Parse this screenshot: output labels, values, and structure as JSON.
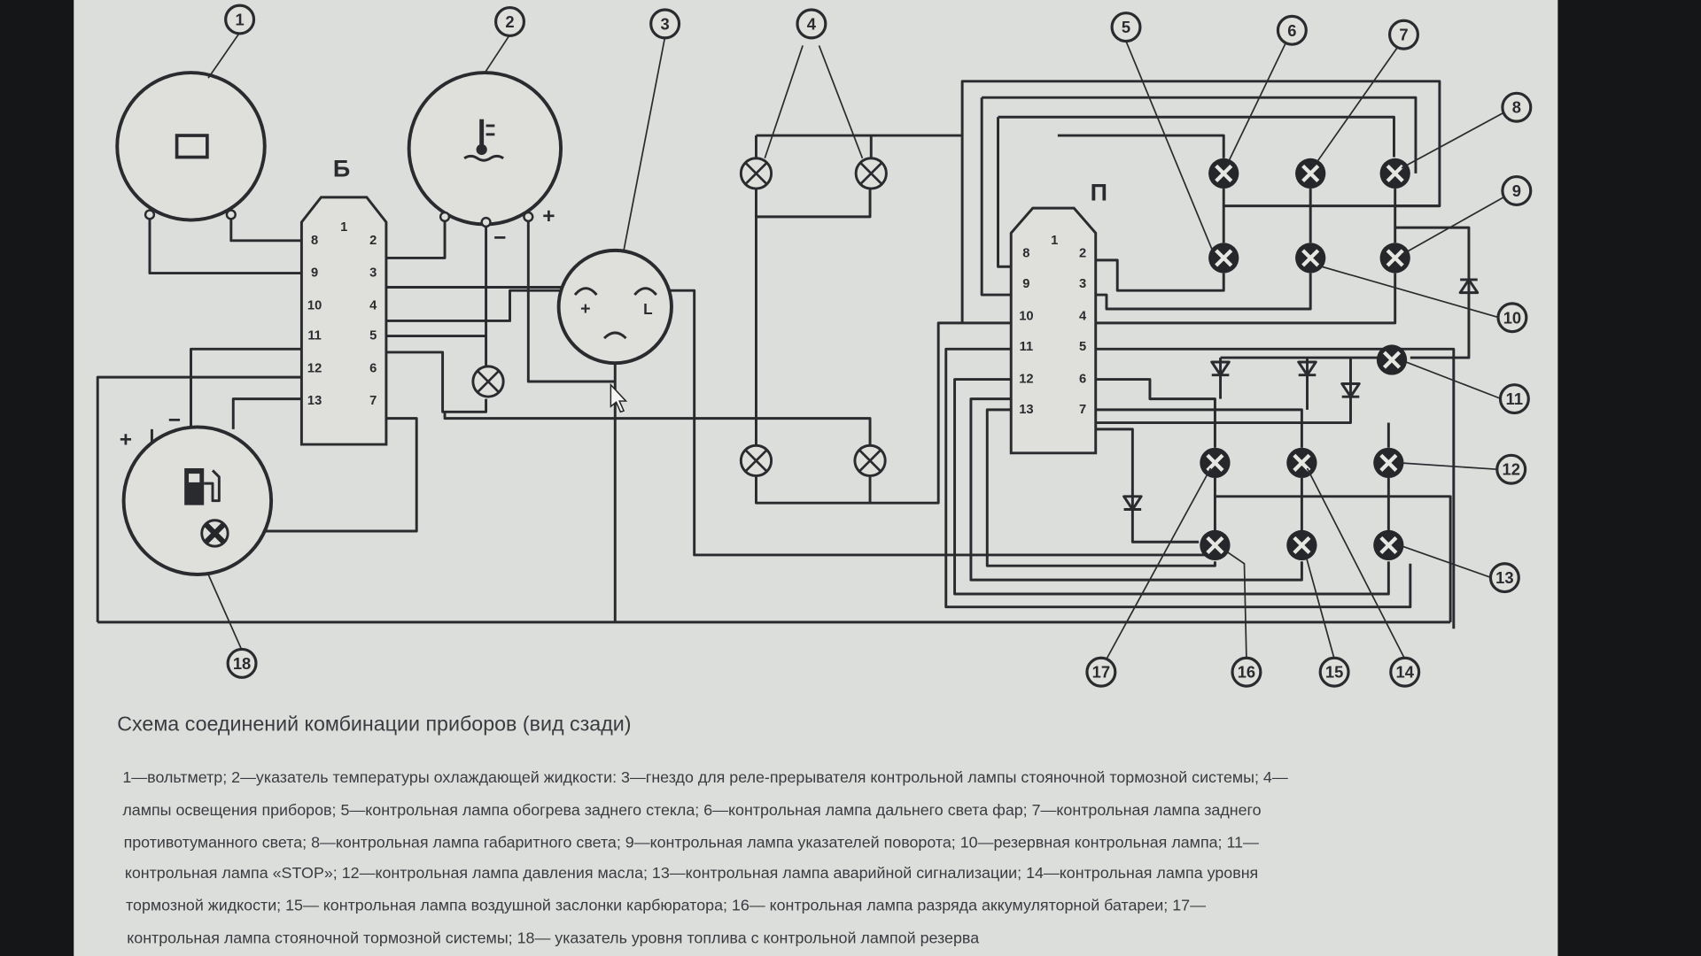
{
  "diagram": {
    "connector_left_label": "Б",
    "connector_right_label": "П",
    "connector_pins_left": [
      "8",
      "9",
      "10",
      "11",
      "12",
      "13"
    ],
    "connector_pins_right": [
      "2",
      "3",
      "4",
      "5",
      "6",
      "7"
    ],
    "connector_top": "1",
    "plus": "+",
    "minus": "−",
    "socket_plus": "+",
    "socket_l": "L",
    "callouts": [
      "1",
      "2",
      "3",
      "4",
      "5",
      "6",
      "7",
      "8",
      "9",
      "10",
      "11",
      "12",
      "13",
      "14",
      "15",
      "16",
      "17",
      "18"
    ]
  },
  "caption": {
    "title": "Схема соединений комбинации приборов (вид сзади)",
    "lines": [
      "1—вольтметр; 2—указатель температуры охлаждающей жидкости: 3—гнездо для реле-прерывателя контрольной лампы стояночной тормозной системы; 4—",
      "лампы освещения приборов; 5—контрольная лампа обогрева заднего стекла; 6—контрольная лампа дальнего света фар; 7—контрольная лампа заднего",
      "противотуманного света; 8—контрольная лампа габаритного света; 9—контрольная лампа указателей поворота; 10—резервная контрольная лампа; 11—",
      "контрольная лампа «STOP»; 12—контрольная лампа давления масла; 13—контрольная лампа аварийной сигнализации; 14—контрольная лампа уровня",
      "тормозной жидкости; 15— контрольная лампа воздушной заслонки карбюратора; 16— контрольная лампа разряда аккумуляторной батареи; 17—",
      "контрольная лампа стояночной тормозной системы; 18— указатель уровня топлива с контрольной лампой резерва"
    ]
  }
}
